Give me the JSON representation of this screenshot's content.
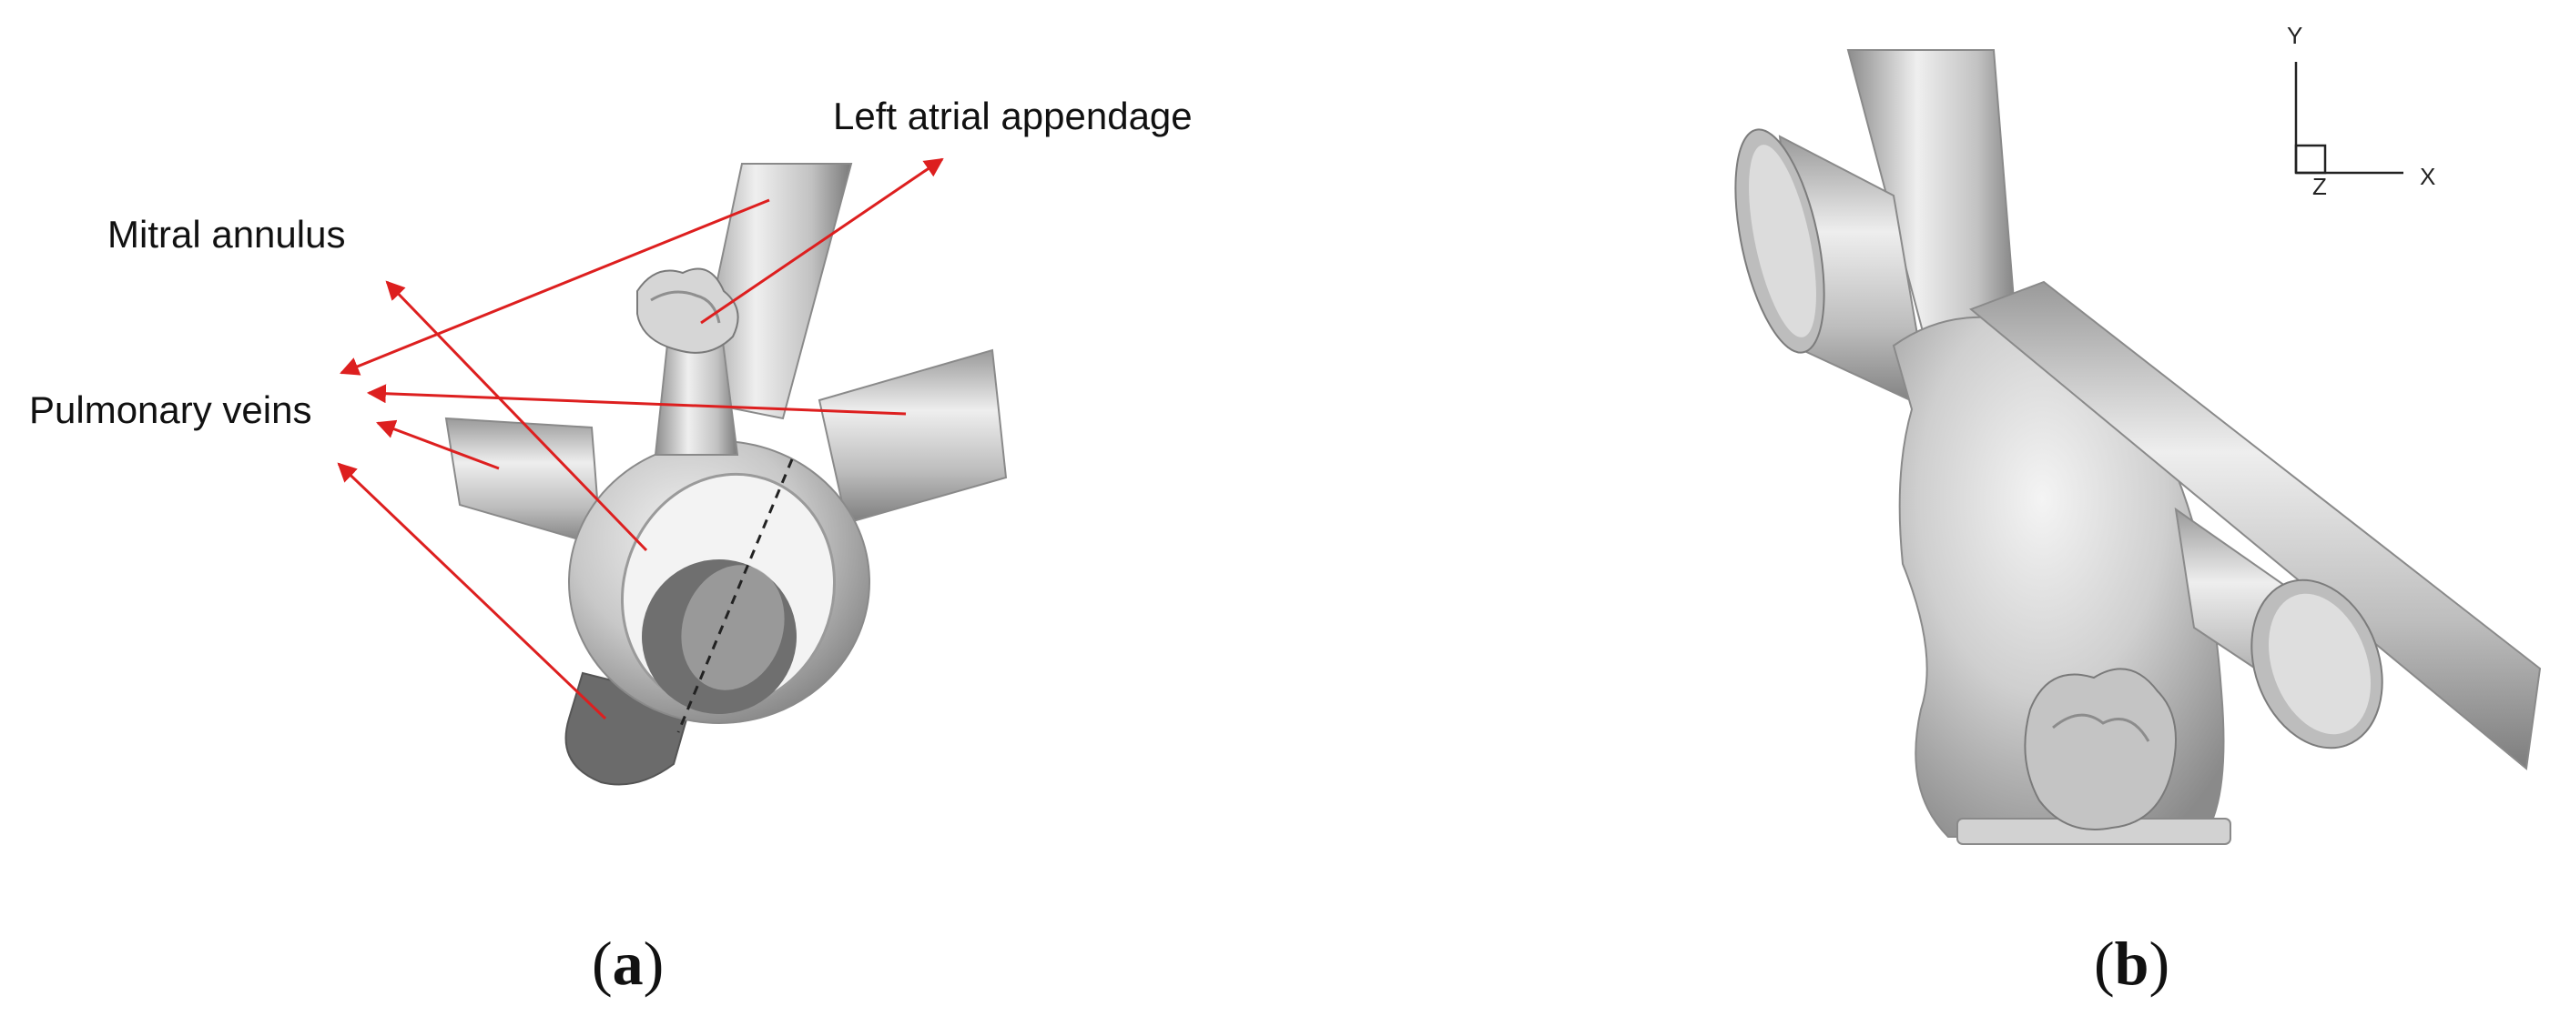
{
  "panel_a": {
    "labels": {
      "left_atrial_appendage": "Left atrial appendage",
      "mitral_annulus": "Mitral annulus",
      "pulmonary_veins": "Pulmonary veins"
    },
    "caption": {
      "open": "(",
      "letter": "a",
      "close": ")"
    }
  },
  "panel_b": {
    "axes": {
      "y": "Y",
      "z": "Z",
      "x": "X"
    },
    "caption": {
      "open": "(",
      "letter": "b",
      "close": ")"
    }
  },
  "colors": {
    "annotation_arrow": "#dd1f1f",
    "surface_light": "#e8e8e8",
    "surface_mid": "#b3b3b3",
    "surface_dark": "#6e6e6e"
  }
}
